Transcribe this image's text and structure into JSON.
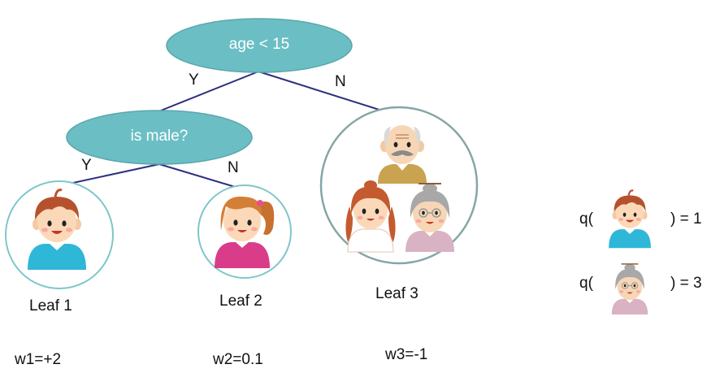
{
  "tree": {
    "root": {
      "label": "age < 15",
      "yes": "Y",
      "no": "N"
    },
    "left": {
      "label": "is male?",
      "yes": "Y",
      "no": "N"
    }
  },
  "leaves": [
    {
      "name": "Leaf 1",
      "weight": "w1=+2",
      "members": [
        "boy-icon"
      ]
    },
    {
      "name": "Leaf 2",
      "weight": "w2=0.1",
      "members": [
        "girl-icon"
      ]
    },
    {
      "name": "Leaf 3",
      "weight": "w3=-1",
      "members": [
        "grandpa-icon",
        "mother-icon",
        "grandma-icon"
      ]
    }
  ],
  "mapping": [
    {
      "prefix": "q(",
      "icon": "boy-icon",
      "suffix": ") = 1"
    },
    {
      "prefix": "q(",
      "icon": "grandma-icon",
      "suffix": ") = 3"
    }
  ],
  "colors": {
    "node_fill": "#6bbfc4",
    "node_stroke": "#5aa7ad",
    "edge": "#2e2e80",
    "leaf_border": "#7fc6c9",
    "leaf3_border": "#86a6a6"
  }
}
